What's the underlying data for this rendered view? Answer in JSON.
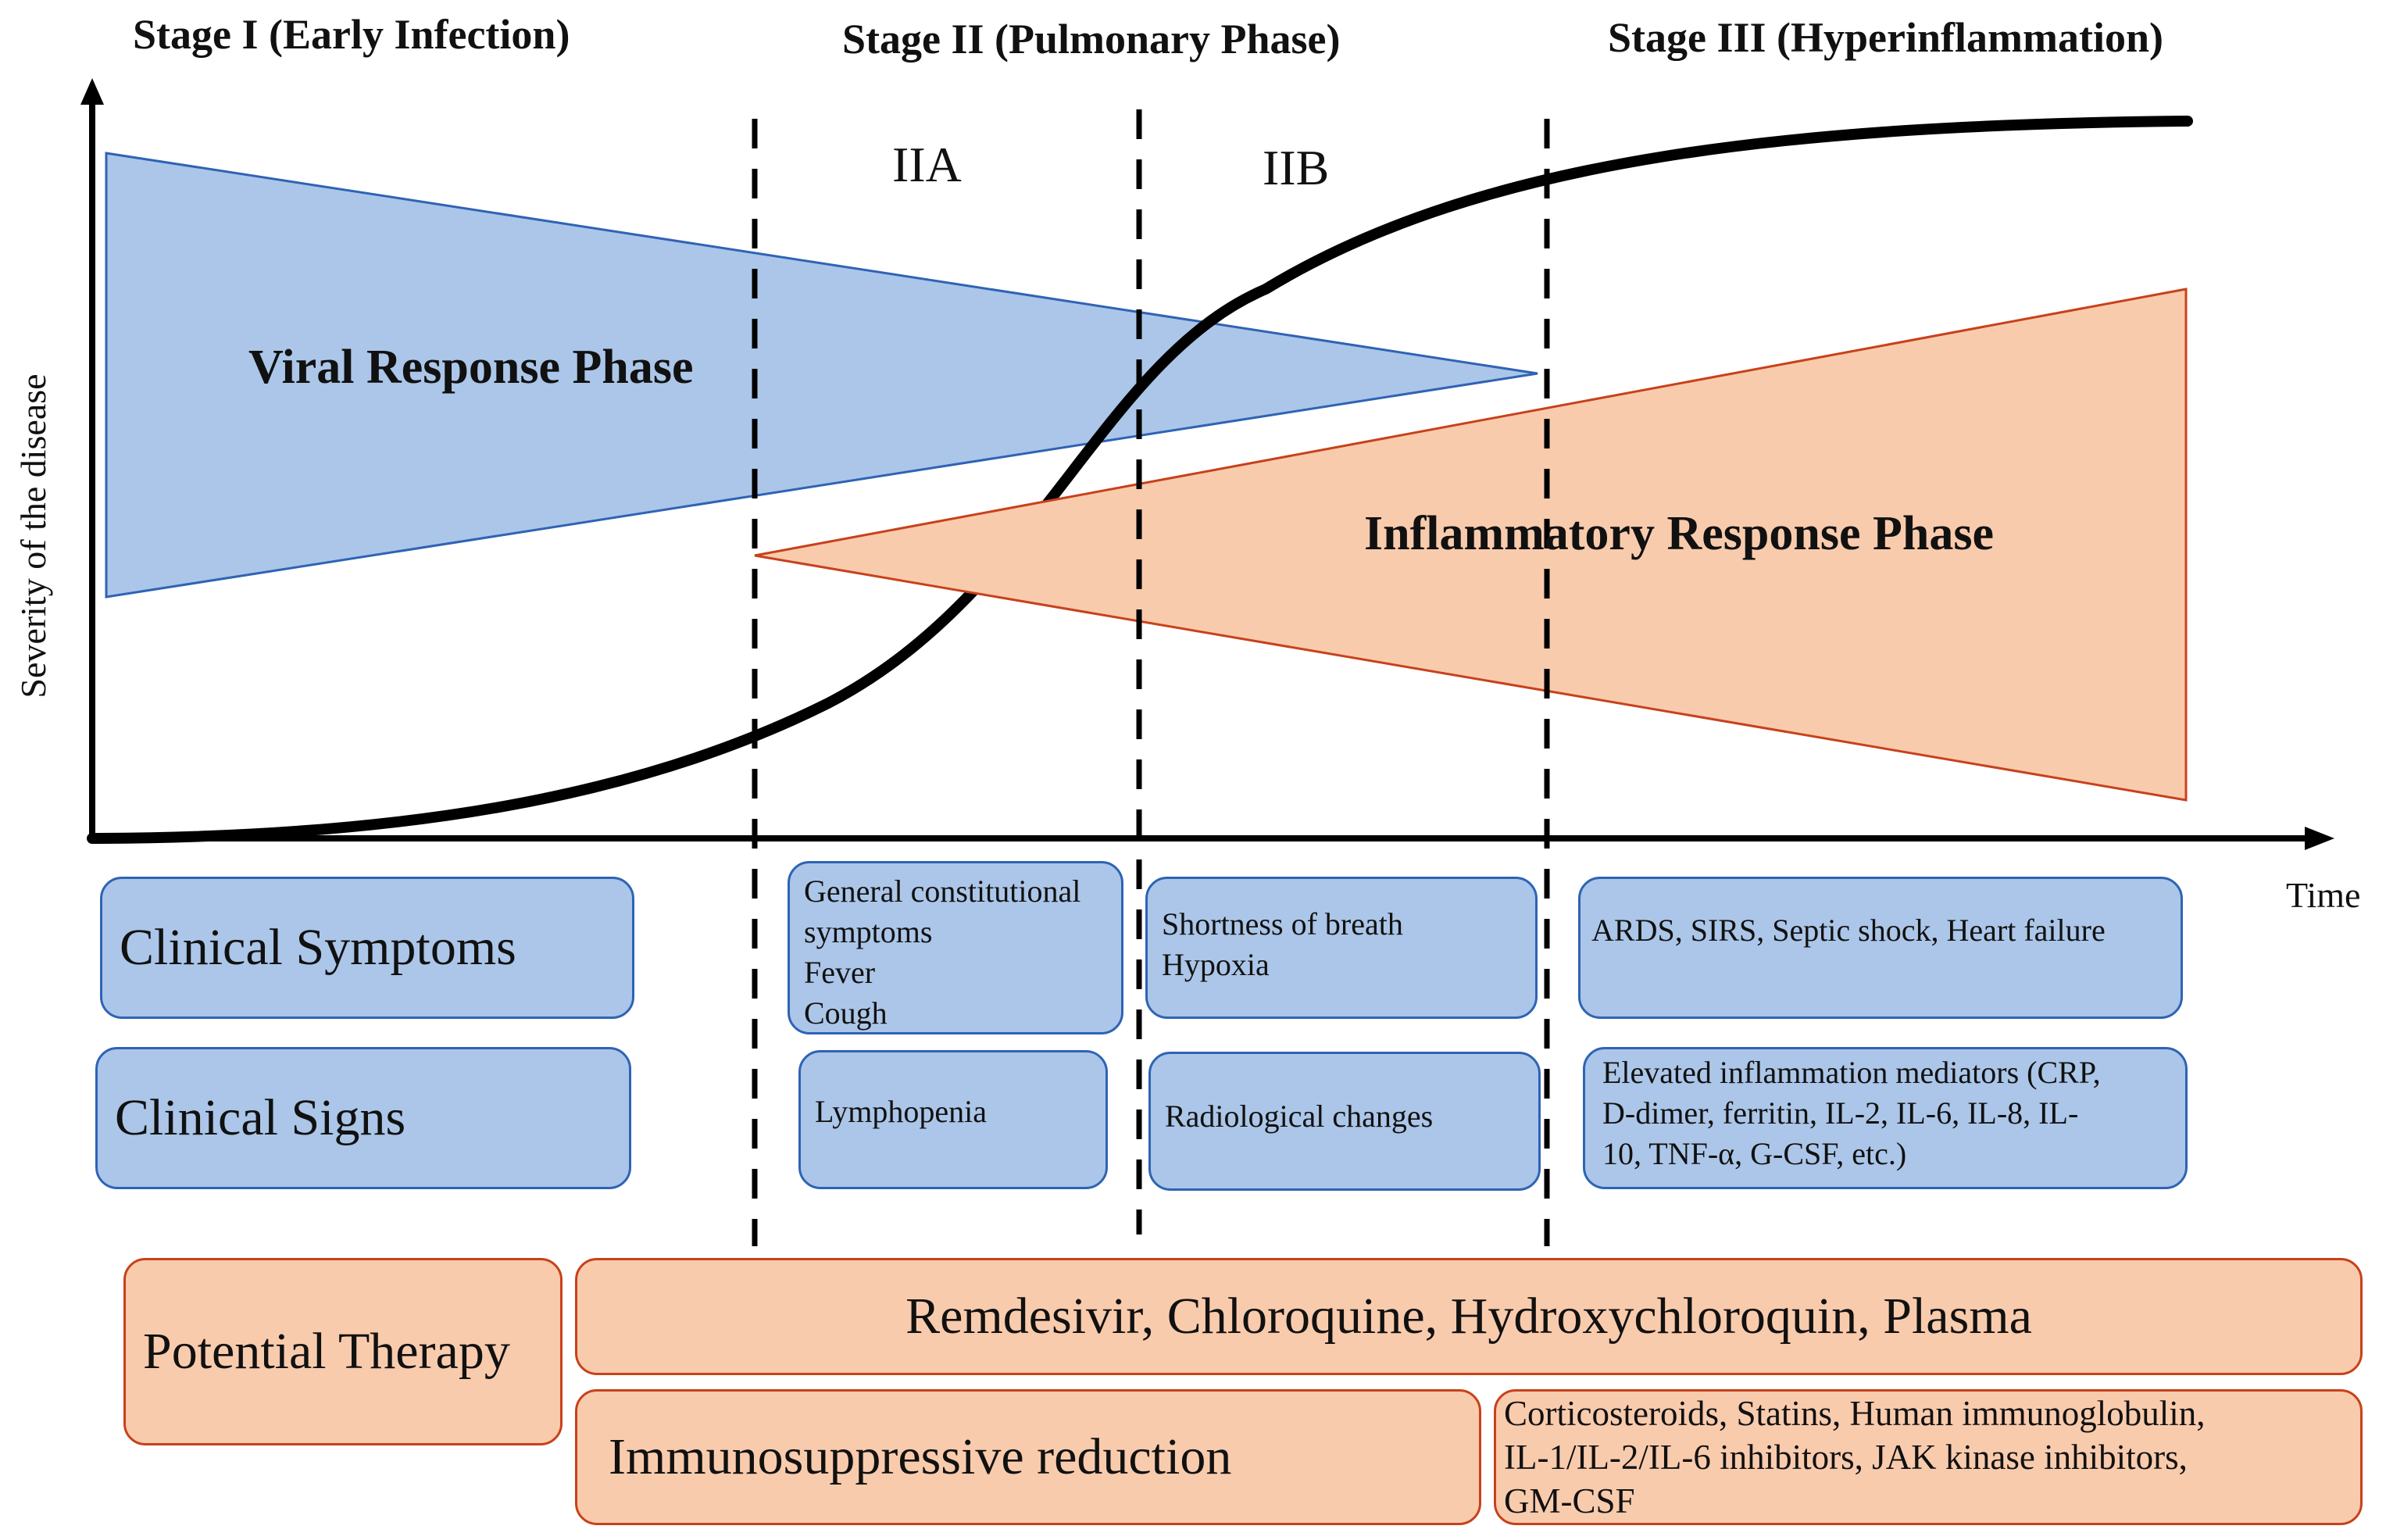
{
  "stages": {
    "stage1": "Stage I (Early Infection)",
    "stage2": "Stage II (Pulmonary Phase)",
    "stage3": "Stage III (Hyperinflammation)",
    "sub_a": "IIA",
    "sub_b": "IIB"
  },
  "axes": {
    "y_label": "Severity of the disease",
    "x_label": "Time"
  },
  "phases": {
    "viral": "Viral Response Phase",
    "inflammatory": "Inflammatory Response Phase"
  },
  "colors": {
    "blue_fill": "#abc6e8",
    "blue_stroke": "#2f63b4",
    "orange_fill": "#f9cbad",
    "orange_stroke": "#c8411b"
  },
  "rows": {
    "symptoms": {
      "label": "Clinical Symptoms",
      "stage1": [],
      "iia": [
        "General constitutional",
        "symptoms",
        "Fever",
        "Cough"
      ],
      "iib": [
        "Shortness of breath",
        "Hypoxia"
      ],
      "stage3": [
        "ARDS, SIRS, Septic shock, Heart failure"
      ]
    },
    "signs": {
      "label": "Clinical Signs",
      "iia": [
        "Lymphopenia"
      ],
      "iib": [
        "Radiological changes"
      ],
      "stage3": [
        "Elevated inflammation mediators (CRP,",
        "D-dimer, ferritin, IL-2, IL-6, IL-8, IL-",
        "10, TNF-α, G-CSF, etc.)"
      ]
    }
  },
  "therapy": {
    "label": "Potential Therapy",
    "antiviral": "Remdesivir, Chloroquine, Hydroxychloroquin, Plasma",
    "immuno": "Immunosuppressive reduction",
    "anti_inflammatory": [
      "Corticosteroids, Statins, Human immunoglobulin,",
      "IL-1/IL-2/IL-6 inhibitors, JAK kinase inhibitors,",
      "GM-CSF"
    ]
  }
}
